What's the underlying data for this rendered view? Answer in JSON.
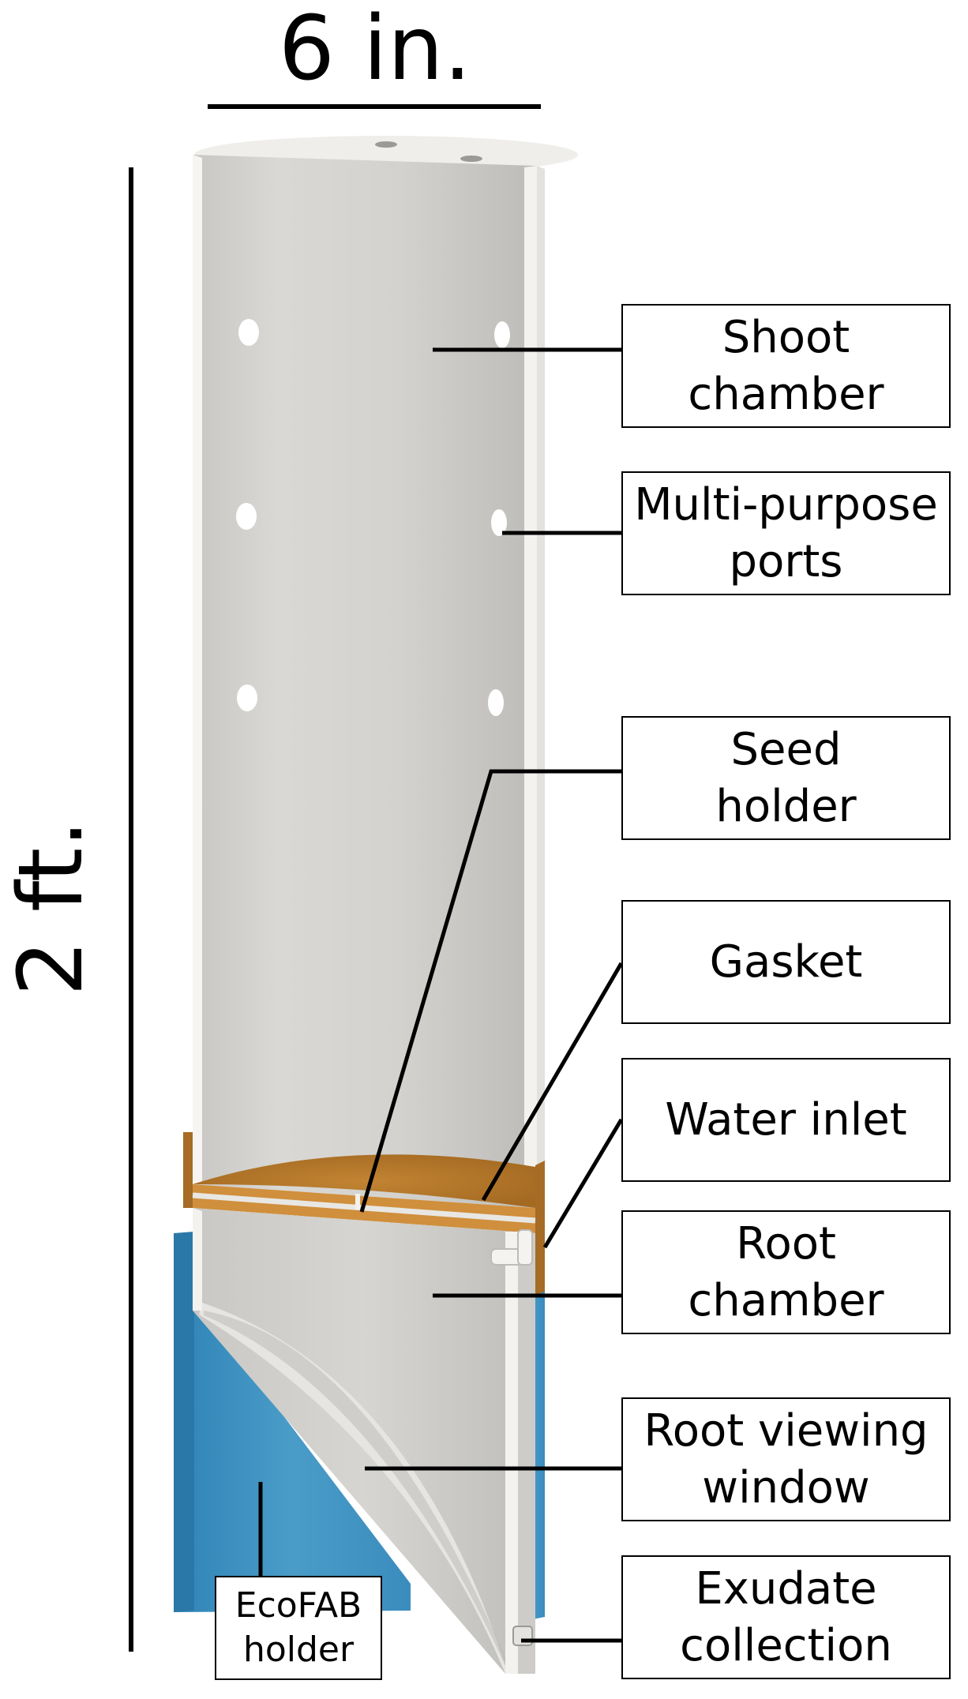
{
  "dimensions": {
    "width": "6 in.",
    "height": "2 ft."
  },
  "labels": [
    {
      "line1": "Shoot",
      "line2": "chamber"
    },
    {
      "line1": "Multi-purpose",
      "line2": "ports"
    },
    {
      "line1": "Seed",
      "line2": "holder"
    },
    {
      "line1": "Gasket",
      "line2": ""
    },
    {
      "line1": "Water inlet",
      "line2": ""
    },
    {
      "line1": "Root",
      "line2": "chamber"
    },
    {
      "line1": "Root viewing",
      "line2": "window"
    },
    {
      "line1": "Exudate",
      "line2": "collection"
    }
  ],
  "ecofab_label": {
    "line1": "EcoFAB",
    "line2": "holder"
  },
  "colors": {
    "tube_body": "#d2d1cd",
    "tube_edge": "#f4f3f0",
    "gasket": "#b97a2c",
    "holder": "#3d8fbf",
    "lines": "#000000"
  }
}
